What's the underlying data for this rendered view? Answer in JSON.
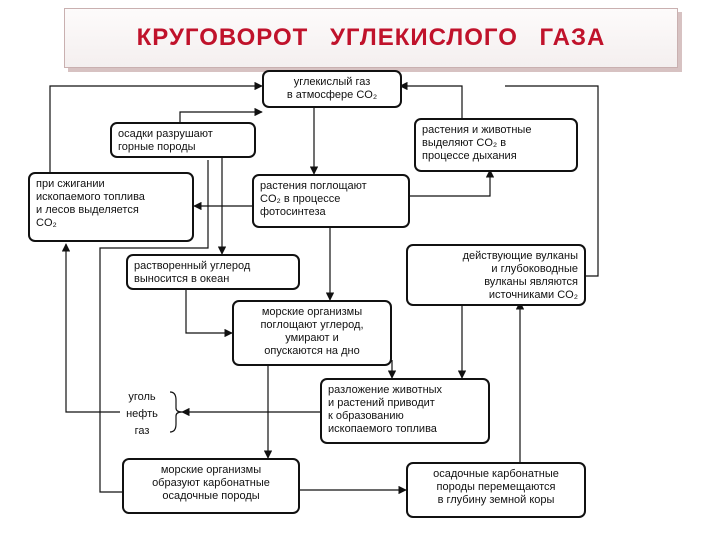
{
  "title": "КРУГОВОРОТ   УГЛЕКИСЛОГО   ГАЗА",
  "boxes": {
    "atmosphere": "углекислый газ\nв атмосфере CO₂",
    "sediments_destroy": "осадки разрушают\nгорные породы",
    "respiration": "растения и животные\nвыделяют CO₂ в\nпроцессе дыхания",
    "combustion": "при сжигании\nископаемого топлива\nи лесов выделяется\nCO₂",
    "photosynthesis": "растения поглощают\nCO₂ в процессе\nфотосинтеза",
    "dissolved_carbon": "растворенный углерод\nвыносится в океан",
    "volcanoes": "действующие вулканы\nи глубоководные\nвулканы являются\nисточниками CO₂",
    "marine_absorb": "морские организмы\nпоглощают углерод,\nумирают и\nопускаются на дно",
    "decomposition": "разложение животных\nи растений приводит\nк образованию\nископаемого топлива",
    "coal_oil_gas": "уголь\nнефть\nгаз",
    "marine_carbonate": "морские организмы\nобразуют карбонатные\nосадочные породы",
    "carbonate_move": "осадочные карбонатные\nпороды перемещаются\nв глубину земной коры"
  },
  "colors": {
    "title": "#c0122b",
    "line": "#111111",
    "banner_border": "#c9b0b0"
  }
}
